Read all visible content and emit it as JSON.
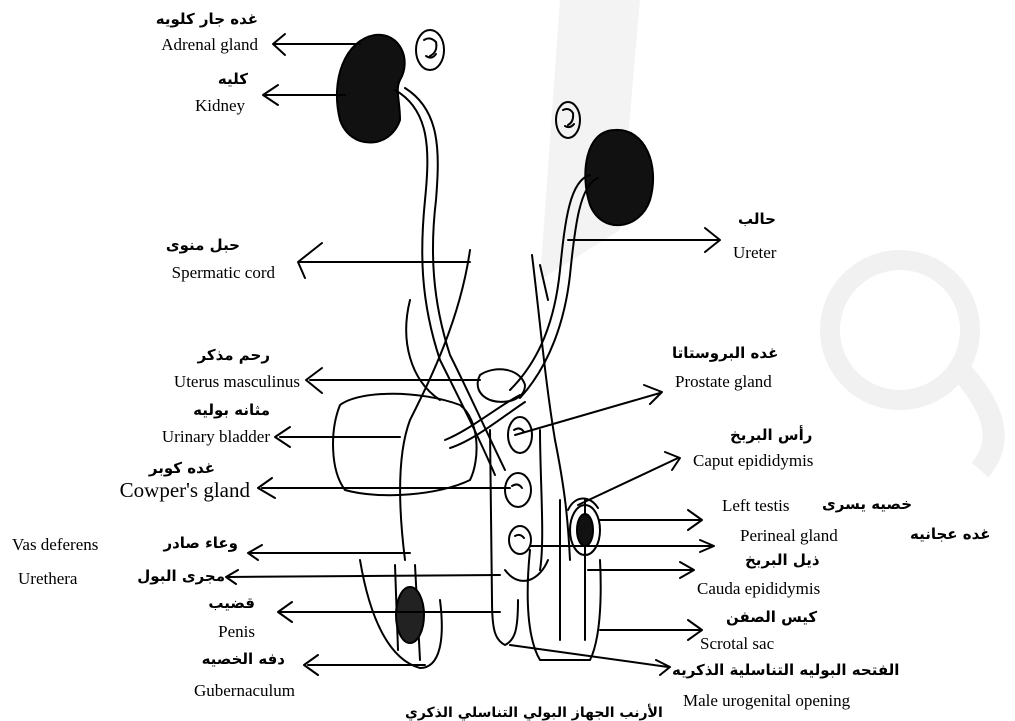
{
  "labels": {
    "adrenal": {
      "en": "Adrenal gland",
      "ar": "غده جار كلويه"
    },
    "kidney": {
      "en": "Kidney",
      "ar": "كليه"
    },
    "spermatic_cord": {
      "en": "Spermatic cord",
      "ar": "حبل منوى"
    },
    "uterus": {
      "en": "Uterus masculinus",
      "ar": "رحم مذكر"
    },
    "bladder": {
      "en": "Urinary bladder",
      "ar": "مثانه بوليه"
    },
    "cowper": {
      "en": "Cowper's gland",
      "ar": "غده كوبر"
    },
    "vas": {
      "en": "Vas deferens",
      "ar": "وعاء صادر"
    },
    "urethra": {
      "en": "Urethera",
      "ar": "مجرى البول"
    },
    "penis": {
      "en": "Penis",
      "ar": "قضيب"
    },
    "gubernaculum": {
      "en": "Gubernaculum",
      "ar": "دفه الخصيه"
    },
    "ureter": {
      "en": "Ureter",
      "ar": "حالب"
    },
    "prostate": {
      "en": "Prostate gland",
      "ar": "غده البروستاتا"
    },
    "caput": {
      "en": "Caput epididymis",
      "ar": "رأس البربخ"
    },
    "left_testis": {
      "en": "Left testis",
      "ar": "خصيه يسرى"
    },
    "perineal": {
      "en": "Perineal gland",
      "ar": "غده عجانيه"
    },
    "cauda": {
      "en": "Cauda epididymis",
      "ar": "ذيل البربخ"
    },
    "scrotal": {
      "en": "Scrotal sac",
      "ar": "كيس الصفن"
    },
    "opening": {
      "en": "Male urogenital opening",
      "ar": "الفتحه البوليه التناسلية الذكريه"
    }
  },
  "caption": "الأرنب الجهاز البولي التناسلي الذكري"
}
